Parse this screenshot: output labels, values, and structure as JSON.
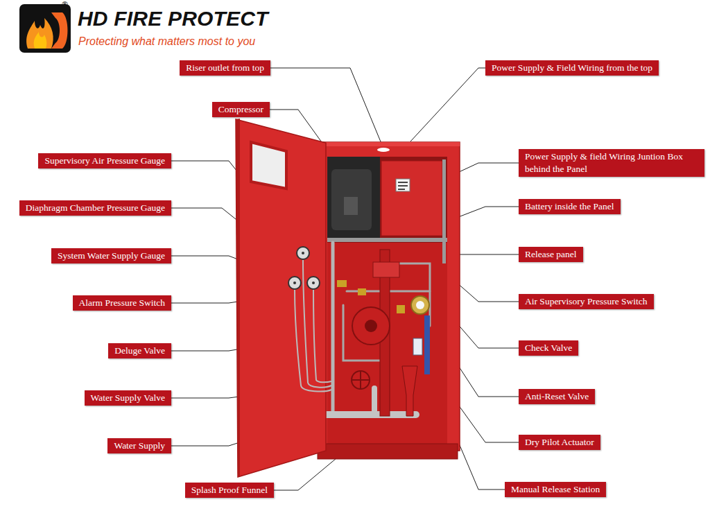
{
  "diagram": {
    "title": "HD FIRE PROTECT",
    "nodes": [
      {
        "text": [
          "Riser outlet from top"
        ]
      },
      {
        "text": [
          "Power Supply & Field Wiring from the top"
        ]
      },
      {
        "text": [
          "Compressor"
        ]
      },
      {
        "text": [
          "Power Supply & field Wiring Juntion Box behind the Panel"
        ]
      },
      {
        "text": [
          "Supervisory Air Pressure Gauge"
        ]
      },
      {
        "text": [
          "Battery inside the Panel"
        ]
      },
      {
        "text": [
          "Diaphragm Chamber Pressure Gauge"
        ]
      },
      {
        "text": [
          "System Water Supply Gauge"
        ]
      },
      {
        "text": [
          "Release panel"
        ]
      },
      {
        "text": [
          "Alarm Pressure Switch"
        ]
      },
      {
        "text": [
          "Air Supervisory Pressure Switch"
        ]
      },
      {
        "text": [
          "Deluge Valve"
        ]
      },
      {
        "text": [
          "Check Valve"
        ]
      },
      {
        "text": [
          "Water Supply Valve"
        ]
      },
      {
        "text": [
          "Anti-Reset Valve"
        ]
      },
      {
        "text": [
          "Water Supply"
        ]
      },
      {
        "text": [
          "Dry Pilot Actuator"
        ]
      },
      {
        "text": [
          "Splash Proof Funnel"
        ]
      },
      {
        "text": [
          "Manual Release Station"
        ]
      }
    ],
    "labels": [
      "Protecting what matters most to you",
      "®"
    ]
  }
}
